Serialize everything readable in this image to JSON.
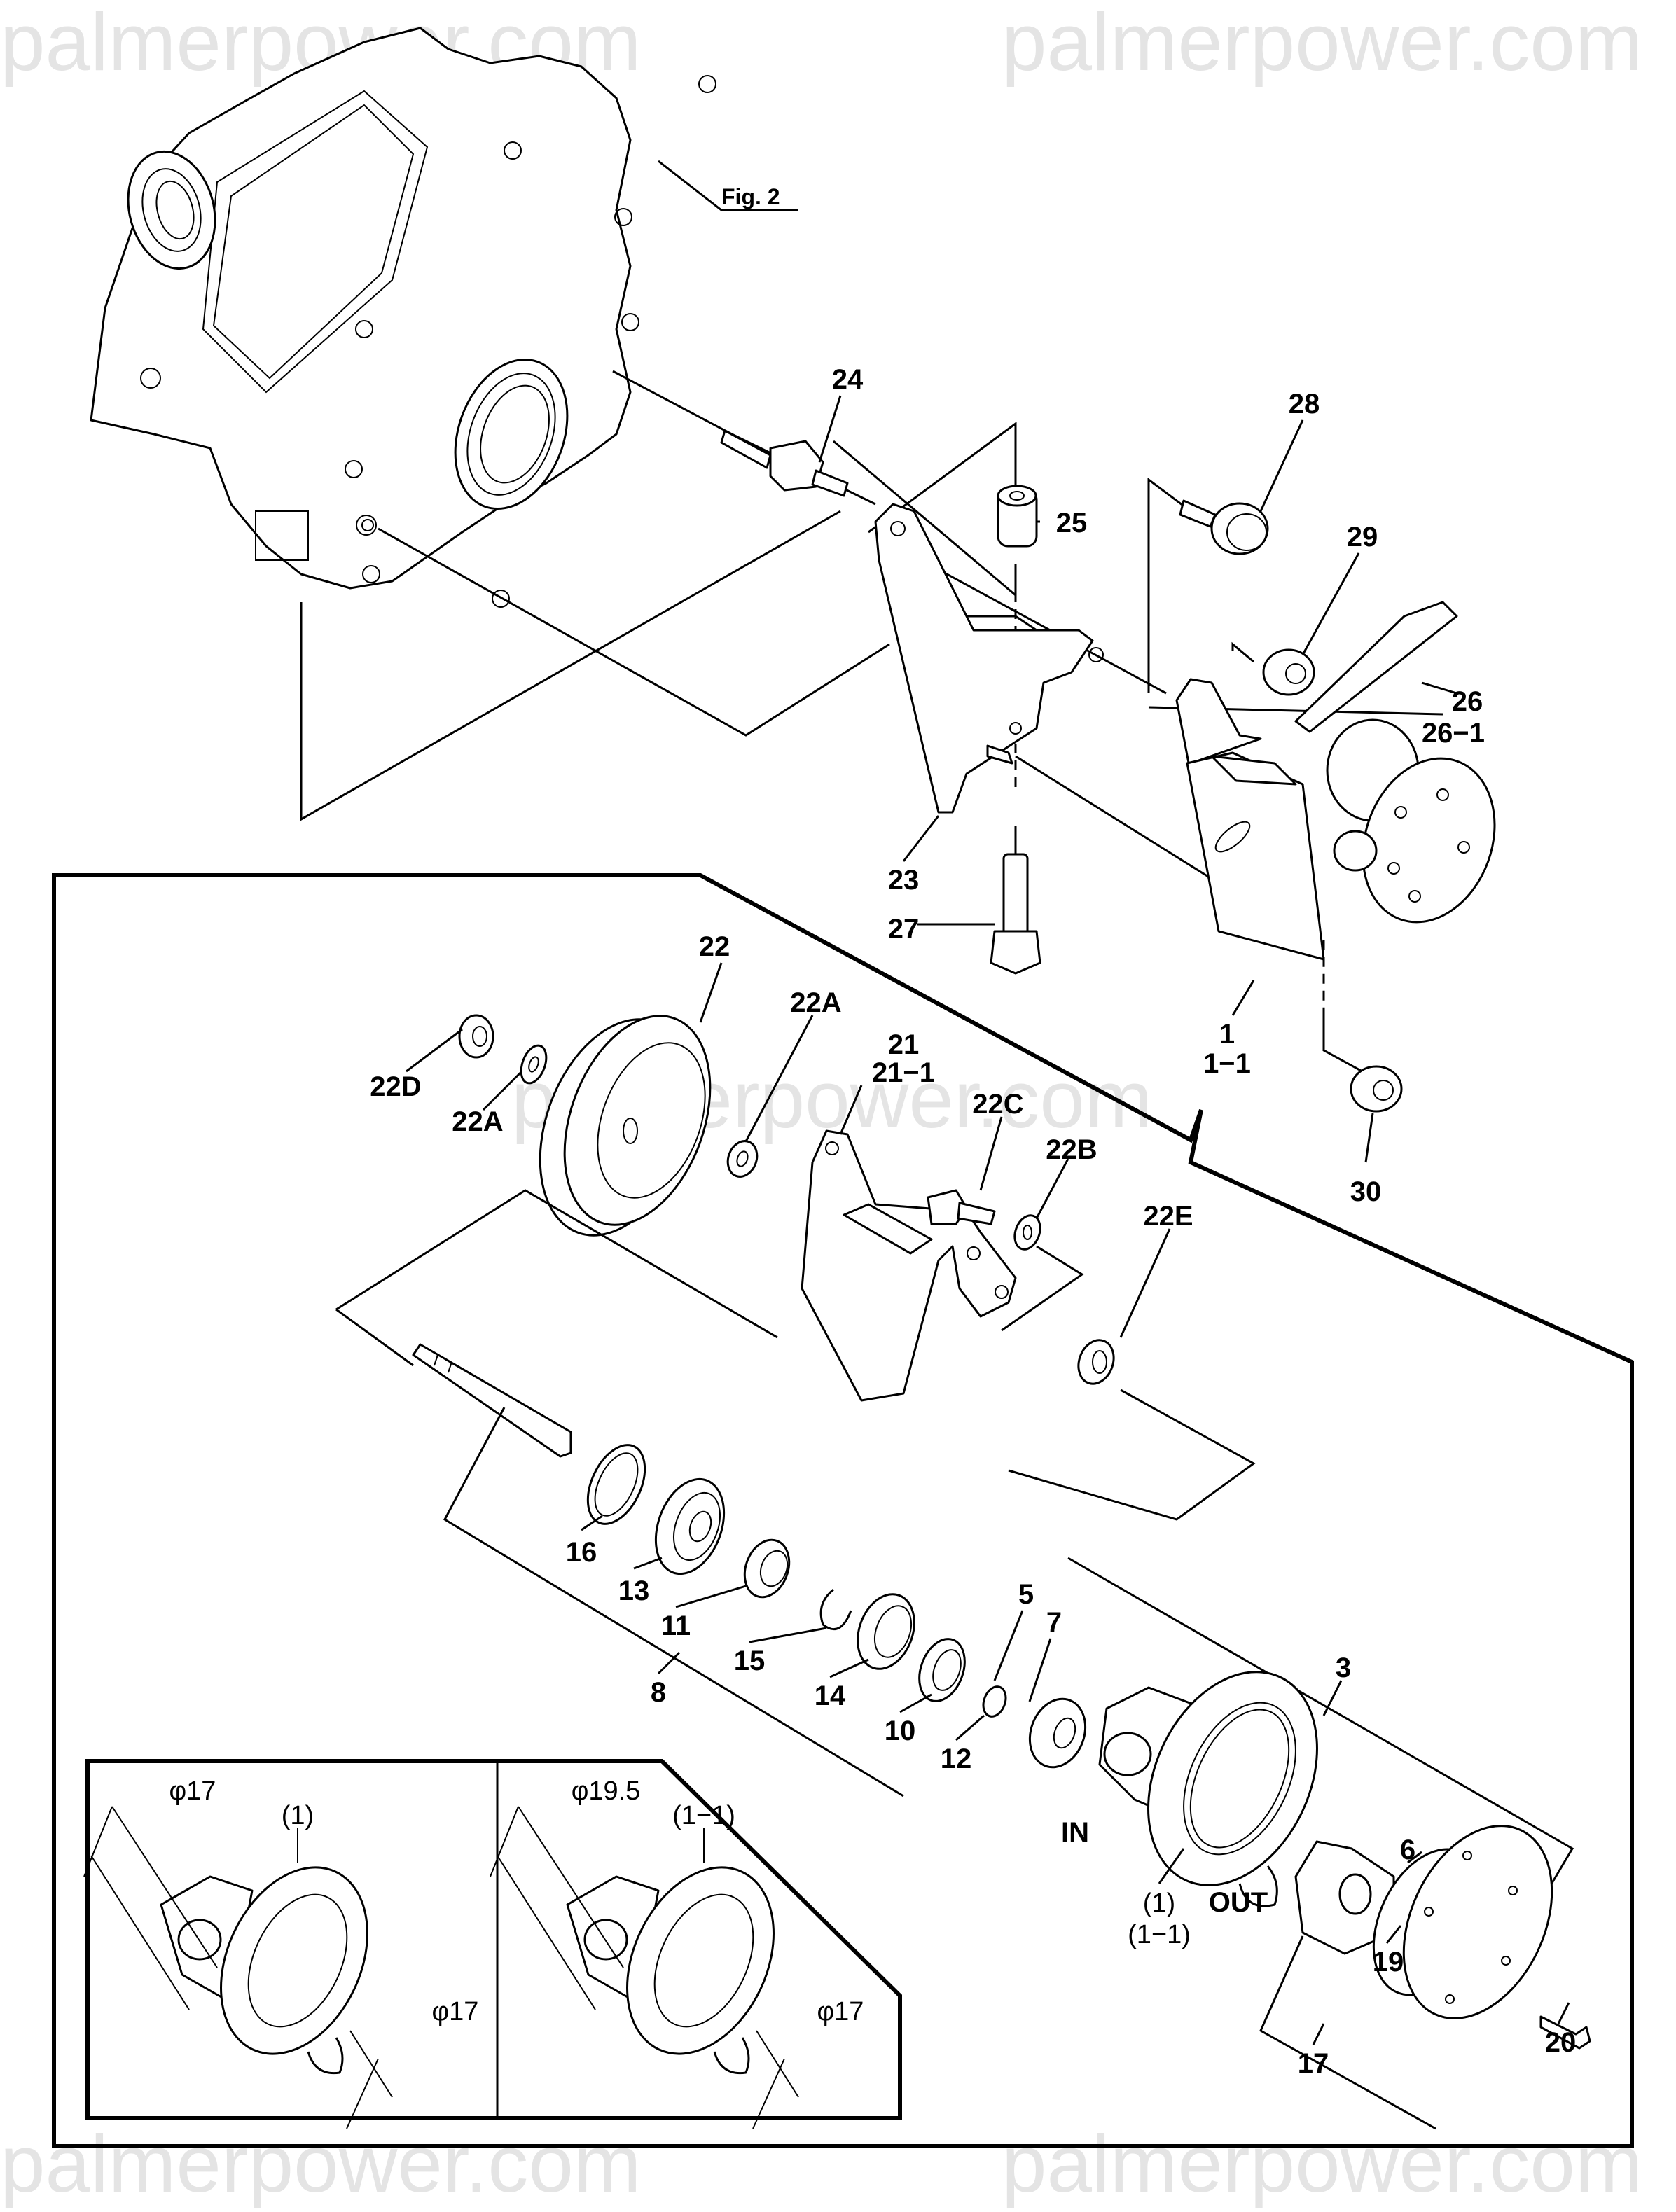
{
  "watermark": {
    "text": "palmerpower.com",
    "color": "#e4e4e4"
  },
  "figure_reference": "Fig. 2",
  "callouts": {
    "p24": "24",
    "p28": "28",
    "p25": "25",
    "p29": "29",
    "p26": "26",
    "p26_1": "26−1",
    "p23": "23",
    "p27": "27",
    "p1": "1",
    "p1_1": "1−1",
    "p30": "30",
    "p22": "22",
    "p22a_right": "22A",
    "p22d": "22D",
    "p22a_left": "22A",
    "p21": "21",
    "p21_1": "21−1",
    "p22c": "22C",
    "p22b": "22B",
    "p22e": "22E",
    "p16": "16",
    "p13": "13",
    "p11": "11",
    "p15": "15",
    "p8": "8",
    "p14": "14",
    "p10": "10",
    "p5": "5",
    "p7": "7",
    "p12": "12",
    "p3": "3",
    "p6": "6",
    "p19": "19",
    "p17": "17",
    "p20": "20",
    "housing_ref_1": "(1)",
    "housing_ref_1_1": "(1−1)"
  },
  "port_labels": {
    "inlet": "IN",
    "outlet": "OUT"
  },
  "insets": [
    {
      "part_ref": "(1)",
      "inlet_diameter": "φ17",
      "outlet_diameter": "φ17"
    },
    {
      "part_ref": "(1−1)",
      "inlet_diameter": "φ19.5",
      "outlet_diameter": "φ17"
    }
  ]
}
